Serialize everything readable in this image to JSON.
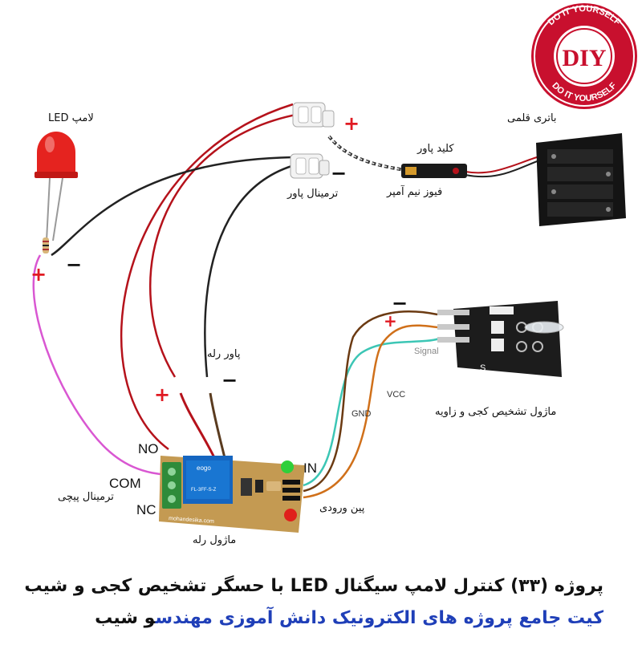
{
  "badge": {
    "main": "DIY",
    "ring_text": "DO IT YOURSELF"
  },
  "labels": {
    "led_lamp": "لامپ LED",
    "battery": "باتری قلمی",
    "power_switch": "کلید پاور",
    "fuse": "فیوز نیم آمپر",
    "power_terminal": "ترمینال پاور",
    "relay_power": "پاور رله",
    "tilt_module": "ماژول تشخیص کجی و زاویه",
    "relay_module": "ماژول رله",
    "screw_terminal": "ترمینال پیچی",
    "input_pin": "پین ورودی",
    "no": "NO",
    "com": "COM",
    "nc": "NC",
    "in": "IN",
    "gnd": "GND",
    "vcc": "VCC",
    "signal": "Signal",
    "s_pin": "S",
    "board_brand": "mohandesika.com",
    "relay_part": "FL-3FF-S-Z",
    "relay_brand": "eogo"
  },
  "signs": {
    "plus": "+",
    "minus": "−"
  },
  "footer": {
    "line1": "پروژه (۳۳) کنترل لامپ سیگنال LED با حسگر تشخیص کجی و شیب",
    "line2_blue": "کیت جامع پروژه های الکترونیک دانش آموزی مهندس",
    "line2_black": "و شیب"
  },
  "colors": {
    "red_wire": "#b5121b",
    "black_wire": "#222222",
    "pink_wire": "#d957d2",
    "cyan_wire": "#3cc6b5",
    "brown_wire": "#6b3a12",
    "orange_wire": "#d0701a",
    "board": "#c49a52",
    "badge_red": "#c8102e"
  }
}
